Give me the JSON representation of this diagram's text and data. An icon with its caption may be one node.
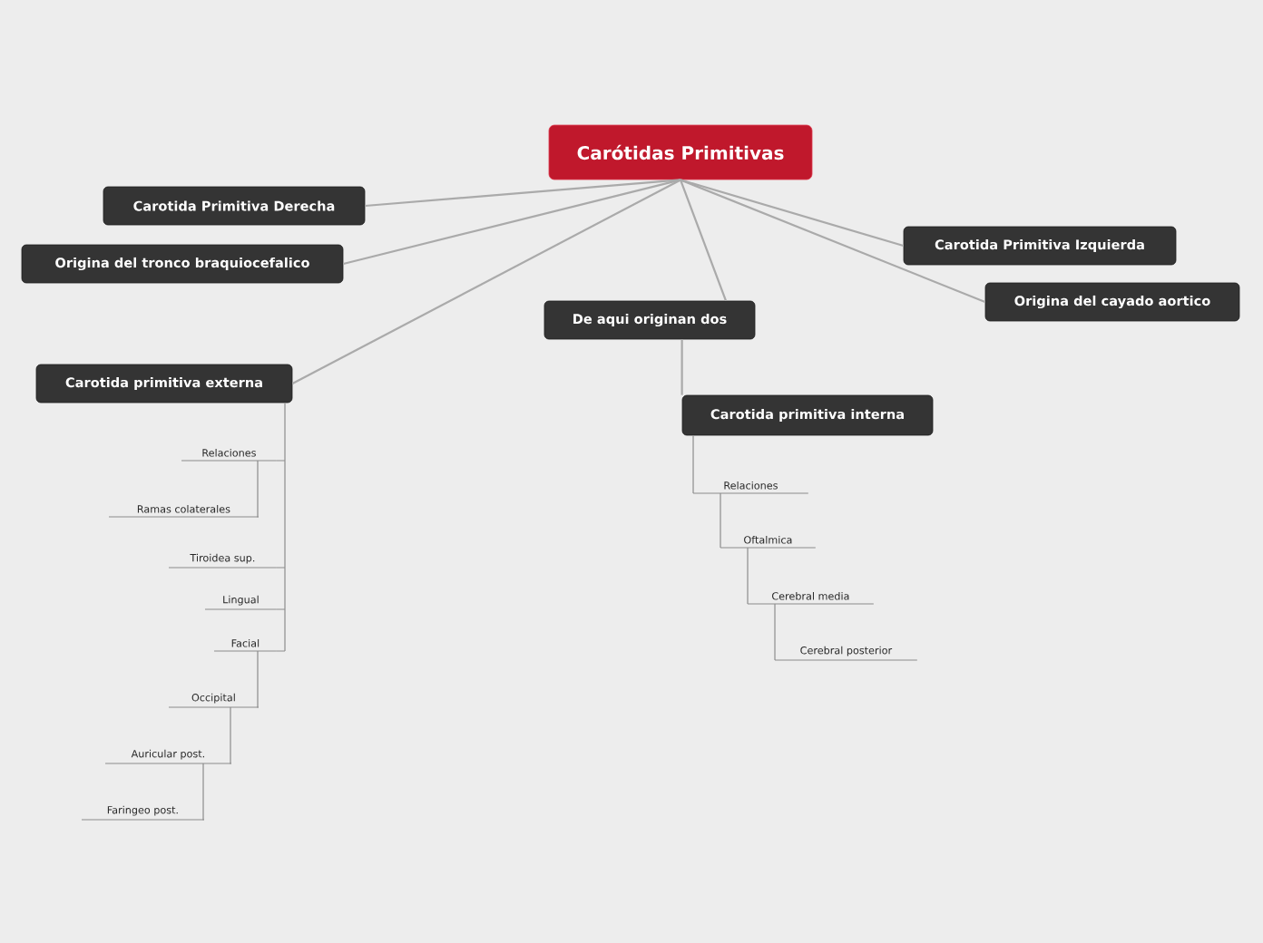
{
  "diagram": {
    "nodes": [
      {
        "text": [
          "Carótidas Primitivas"
        ]
      },
      {
        "text": [
          "Carotida Primitiva Derecha"
        ]
      },
      {
        "text": [
          "Origina del tronco braquiocefalico"
        ]
      },
      {
        "text": [
          "Carotida Primitiva Izquierda"
        ]
      },
      {
        "text": [
          "Origina del cayado aortico"
        ]
      },
      {
        "text": [
          "De aqui originan dos"
        ]
      },
      {
        "text": [
          "Carotida primitiva externa"
        ]
      },
      {
        "text": [
          "Carotida primitiva interna"
        ]
      },
      {
        "text": [
          "Relaciones"
        ]
      },
      {
        "text": [
          "Ramas colaterales"
        ]
      },
      {
        "text": [
          "Tiroidea sup."
        ]
      },
      {
        "text": [
          "Lingual"
        ]
      },
      {
        "text": [
          "Facial"
        ]
      },
      {
        "text": [
          "Occipital"
        ]
      },
      {
        "text": [
          "Auricular post."
        ]
      },
      {
        "text": [
          "Faringeo post."
        ]
      },
      {
        "text": [
          "Relaciones"
        ]
      },
      {
        "text": [
          "Oftalmica"
        ]
      },
      {
        "text": [
          "Cerebral media"
        ]
      },
      {
        "text": [
          "Cerebral posterior"
        ]
      }
    ],
    "edges": [
      {
        "from": 0,
        "to": 1,
        "arrow": "none",
        "color": "#aaaaaa"
      },
      {
        "from": 0,
        "to": 2,
        "arrow": "none",
        "color": "#aaaaaa"
      },
      {
        "from": 0,
        "to": 3,
        "arrow": "none",
        "color": "#aaaaaa"
      },
      {
        "from": 0,
        "to": 4,
        "arrow": "none",
        "color": "#aaaaaa"
      },
      {
        "from": 0,
        "to": 5,
        "arrow": "none",
        "color": "#aaaaaa"
      },
      {
        "from": 0,
        "to": 6,
        "arrow": "none",
        "color": "#aaaaaa"
      },
      {
        "from": 5,
        "to": 7,
        "arrow": "none",
        "color": "#aaaaaa"
      },
      {
        "from": 6,
        "to": 8,
        "arrow": "none"
      },
      {
        "from": 8,
        "to": 9,
        "arrow": "none"
      },
      {
        "from": 6,
        "to": 10,
        "arrow": "none"
      },
      {
        "from": 6,
        "to": 11,
        "arrow": "none"
      },
      {
        "from": 6,
        "to": 12,
        "arrow": "none"
      },
      {
        "from": 12,
        "to": 13,
        "arrow": "none"
      },
      {
        "from": 13,
        "to": 14,
        "arrow": "none"
      },
      {
        "from": 14,
        "to": 15,
        "arrow": "none"
      },
      {
        "from": 7,
        "to": 16,
        "arrow": "none"
      },
      {
        "from": 16,
        "to": 17,
        "arrow": "none"
      },
      {
        "from": 17,
        "to": 18,
        "arrow": "none"
      },
      {
        "from": 18,
        "to": 19,
        "arrow": "none"
      }
    ]
  }
}
